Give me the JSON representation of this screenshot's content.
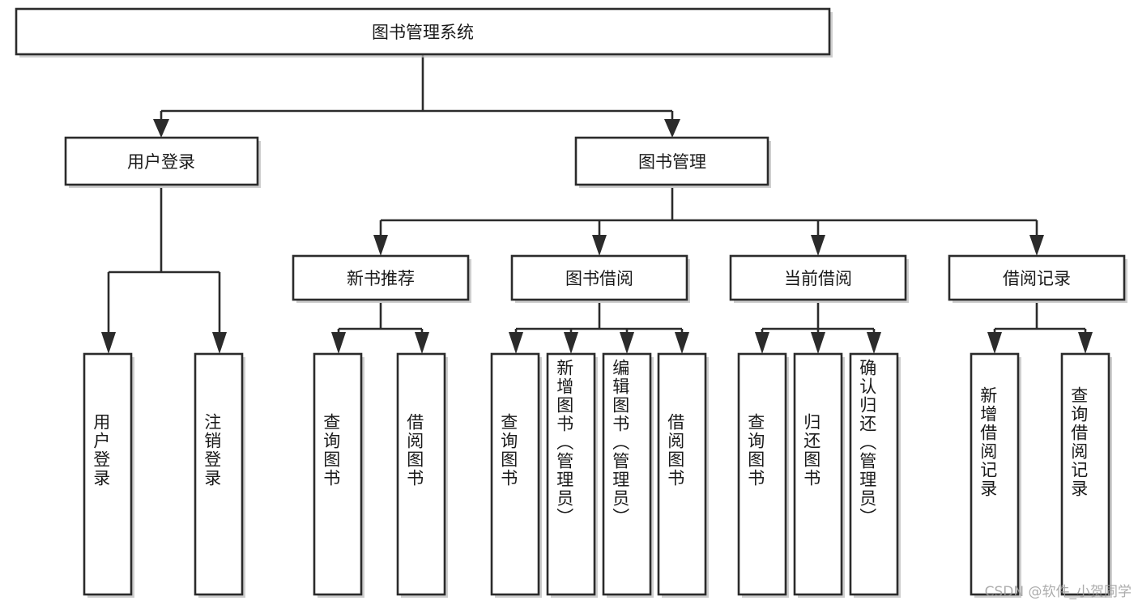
{
  "diagram": {
    "type": "tree-hierarchy",
    "title": "图书管理系统",
    "background_color": "#ffffff",
    "line_color": "#2b2b2b",
    "box_fill": "#ffffff",
    "text_color": "#1a1a1a",
    "root": {
      "label": "图书管理系统"
    },
    "level2": [
      {
        "label": "用户登录"
      },
      {
        "label": "图书管理"
      }
    ],
    "level3": [
      {
        "label": "新书推荐"
      },
      {
        "label": "图书借阅"
      },
      {
        "label": "当前借阅"
      },
      {
        "label": "借阅记录"
      }
    ],
    "leaves": {
      "user_login": [
        {
          "label": "用户登录"
        },
        {
          "label": "注销登录"
        }
      ],
      "new_book_recommend": [
        {
          "label": "查询图书"
        },
        {
          "label": "借阅图书"
        }
      ],
      "book_borrow": [
        {
          "label": "查询图书"
        },
        {
          "label": "新增图书（管理员）"
        },
        {
          "label": "编辑图书（管理员）"
        },
        {
          "label": "借阅图书"
        }
      ],
      "current_borrow": [
        {
          "label": "查询图书"
        },
        {
          "label": "归还图书"
        },
        {
          "label": "确认归还（管理员）"
        }
      ],
      "borrow_record": [
        {
          "label": "新增借阅记录"
        },
        {
          "label": "查询借阅记录"
        }
      ]
    }
  },
  "watermark": {
    "text": "CSDN @软件_小贺同学",
    "color": "#9e9e9e"
  }
}
